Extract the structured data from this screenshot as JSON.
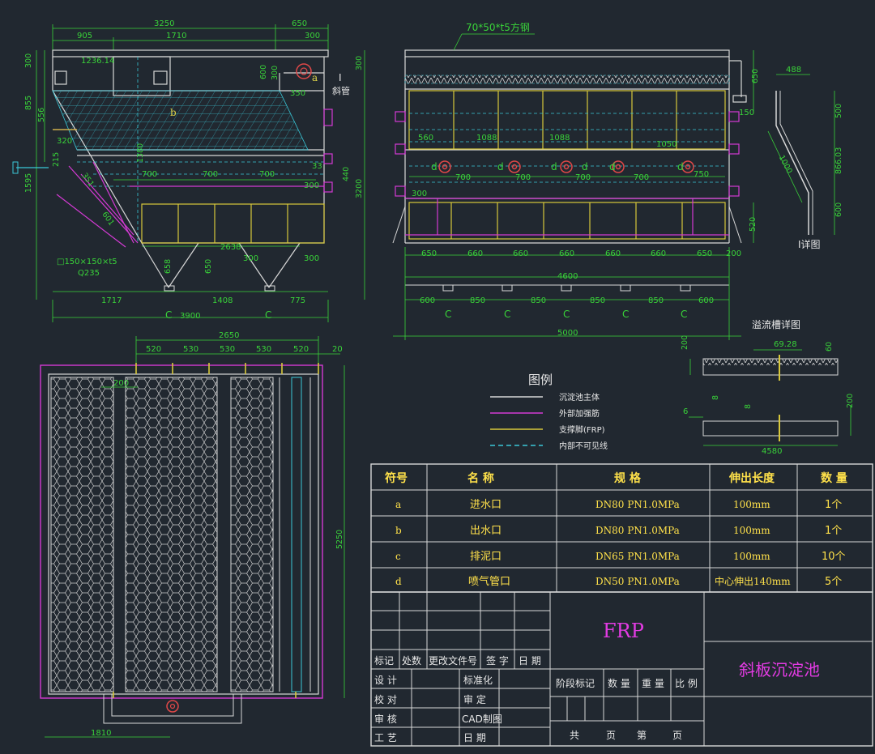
{
  "front_view": {
    "dims_top": [
      "3250",
      "650",
      "905",
      "1710",
      "300",
      "1236.14"
    ],
    "dims_left": [
      "300",
      "855",
      "556",
      "320",
      "215",
      "1595"
    ],
    "dims_right": [
      "300",
      "600",
      "300",
      "440",
      "3200",
      "350",
      "300",
      "33",
      "300"
    ],
    "dims_inner": [
      "700",
      "700",
      "700",
      "1380",
      "351",
      "601",
      "658",
      "650",
      "2638",
      "300"
    ],
    "dims_bottom": [
      "1717",
      "1408",
      "775",
      "3900"
    ],
    "labels": [
      "a",
      "b",
      "I",
      "斜管",
      "C",
      "C"
    ],
    "material": [
      "□150×150×t5",
      "Q235"
    ]
  },
  "side_view": {
    "top_note": "70*50*t5方钢",
    "dims_top": [
      "560",
      "1088",
      "1088",
      "1050"
    ],
    "dims_right": [
      "650",
      "150",
      "520"
    ],
    "dims_inner": [
      "700",
      "700",
      "700",
      "700",
      "750",
      "300"
    ],
    "dims_row1": [
      "650",
      "660",
      "660",
      "660",
      "660",
      "660",
      "650",
      "200"
    ],
    "dims_total1": "4600",
    "dims_row2": [
      "600",
      "850",
      "850",
      "850",
      "850",
      "600"
    ],
    "dims_total2": "5000",
    "d_labels": [
      "d",
      "d",
      "d",
      "d",
      "d",
      "d",
      "d"
    ],
    "c_labels": [
      "C",
      "C",
      "C",
      "C",
      "C"
    ]
  },
  "detail_i": {
    "title": "Ⅰ详图",
    "dims": [
      "488",
      "500",
      "866.03",
      "600",
      "1000"
    ]
  },
  "overflow_detail": {
    "title": "溢流槽详图",
    "dims": [
      "69.28",
      "60",
      "200",
      "8",
      "6",
      "8",
      "200",
      "4580"
    ]
  },
  "plan_view": {
    "dims_top": [
      "2650",
      "520",
      "530",
      "530",
      "530",
      "520",
      "20"
    ],
    "dim_right": "5250",
    "dim_inner": "200",
    "dim_bottom": "1810"
  },
  "legend": {
    "title": "图例",
    "items": [
      {
        "label": "沉淀池主体",
        "color": "#d8d8d8",
        "dash": false
      },
      {
        "label": "外部加强筋",
        "color": "#d43ad4",
        "dash": false
      },
      {
        "label": "支撑脚(FRP)",
        "color": "#d8c83a",
        "dash": false
      },
      {
        "label": "内部不可见线",
        "color": "#3ac8d8",
        "dash": true
      }
    ]
  },
  "parts_table": {
    "headers": [
      "符号",
      "名 称",
      "规 格",
      "伸出长度",
      "数 量"
    ],
    "rows": [
      [
        "a",
        "进水口",
        "DN80 PN1.0MPa",
        "100mm",
        "1个"
      ],
      [
        "b",
        "出水口",
        "DN80 PN1.0MPa",
        "100mm",
        "1个"
      ],
      [
        "c",
        "排泥口",
        "DN65 PN1.0MPa",
        "100mm",
        "10个"
      ],
      [
        "d",
        "喷气管口",
        "DN50 PN1.0MPa",
        "中心伸出140mm",
        "5个"
      ]
    ]
  },
  "title_block": {
    "material": "FRP",
    "drawing_name": "斜板沉淀池",
    "revision_headers": [
      "标记",
      "处数",
      "更改文件号",
      "签 字",
      "日 期"
    ],
    "sign_left": [
      "设 计",
      "校 对",
      "审 核",
      "工 艺"
    ],
    "sign_mid": [
      "标准化",
      "审 定",
      "CAD制图",
      "日 期"
    ],
    "stage_headers": [
      "阶段标记",
      "数 量",
      "重 量",
      "比 例"
    ],
    "sheet_text": [
      "共",
      "页",
      "第",
      "页"
    ]
  },
  "colors": {
    "background": "#212830",
    "body": "#d8d8d8",
    "rib": "#d43ad4",
    "support": "#d8c83a",
    "hidden": "#3ac8d8",
    "dimension": "#39d339",
    "table_text": "#ffe14a",
    "nozzle": "#e04848"
  }
}
